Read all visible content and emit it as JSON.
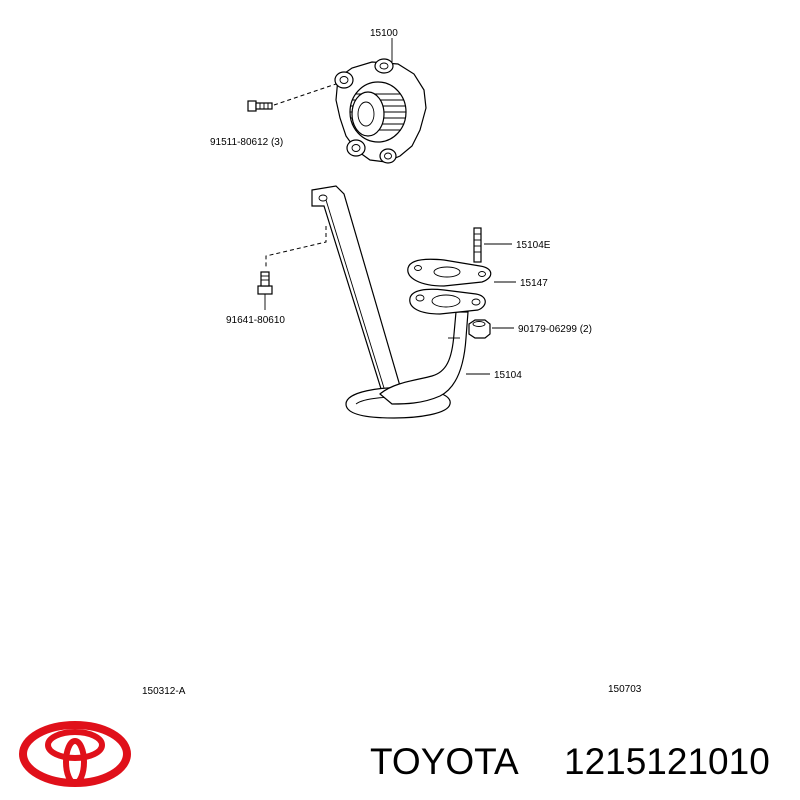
{
  "diagram": {
    "part_labels": {
      "oil_pump": "15100",
      "pump_bolt": "91511-80612 (3)",
      "strainer_stud": "15104E",
      "strainer_gasket": "15147",
      "strainer_nut": "90179-06299 (2)",
      "oil_strainer": "15104",
      "stay_bolt": "91641-80610"
    },
    "diagram_codes": {
      "left": "150312-A",
      "right": "150703"
    }
  },
  "footer": {
    "brand_name": "TOYOTA",
    "part_number": "1215121010",
    "logo_color": "#e0101a"
  }
}
